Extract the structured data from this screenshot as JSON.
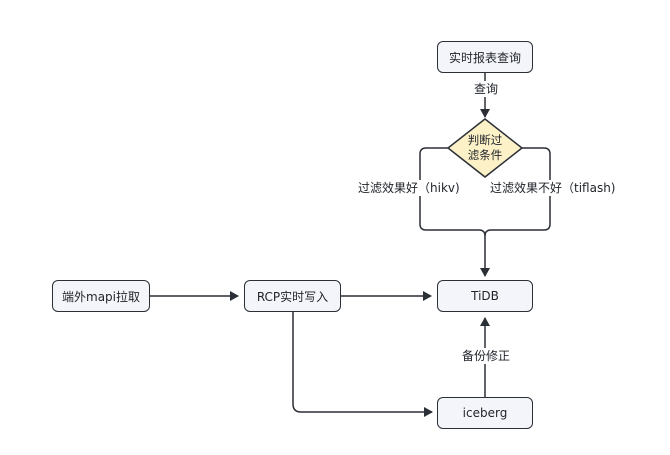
{
  "nodes": {
    "realtime_query": "实时报表查询",
    "decision_line1": "判断过",
    "decision_line2": "滤条件",
    "tidb": "TiDB",
    "mapi_pull": "端外mapi拉取",
    "rcp_write": "RCP实时写入",
    "iceberg": "iceberg"
  },
  "edges": {
    "query": "查询",
    "good_filter": "过滤效果好（hikv)",
    "bad_filter": "过滤效果不好（tiflash)",
    "backup_fix": "备份修正"
  },
  "colors": {
    "node_fill": "#f3f5fa",
    "decision_fill": "#fdf1c7",
    "stroke": "#2b2f36"
  }
}
